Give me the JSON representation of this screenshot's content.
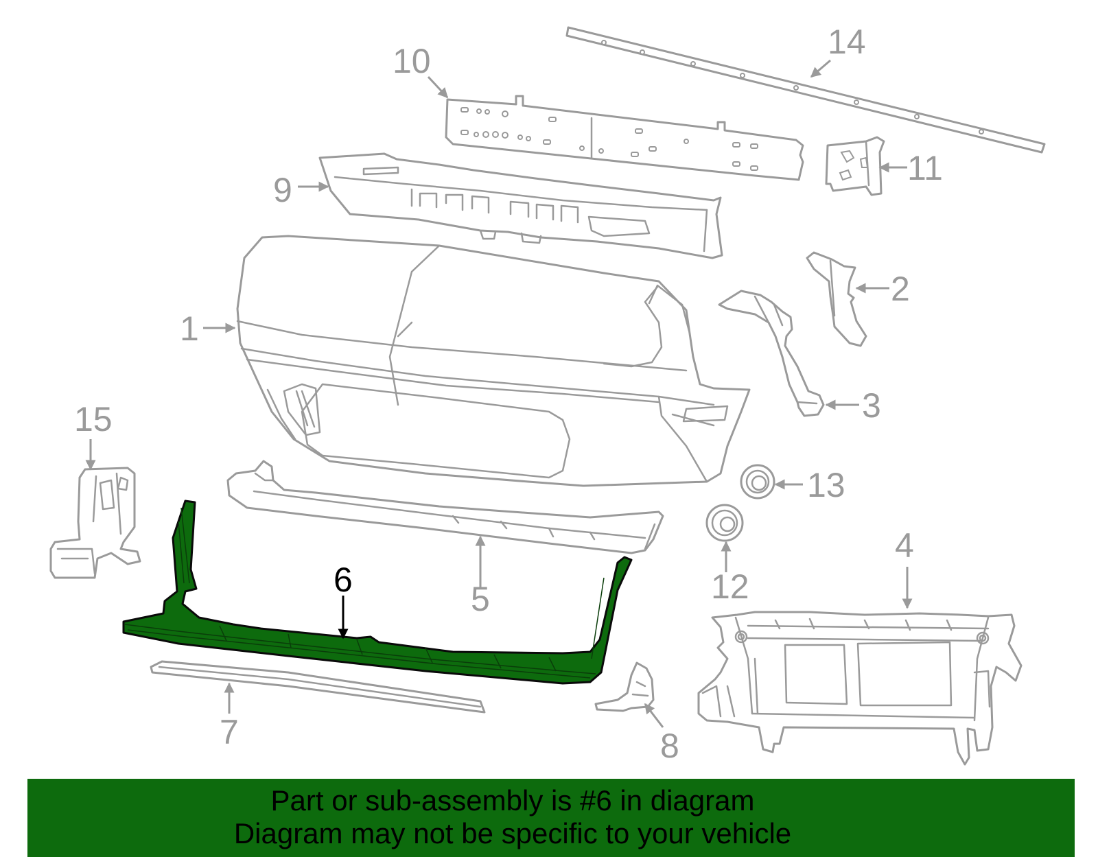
{
  "diagram": {
    "highlighted_part": "6",
    "callouts": {
      "c1": "1",
      "c2": "2",
      "c3": "3",
      "c4": "4",
      "c5": "5",
      "c6": "6",
      "c7": "7",
      "c8": "8",
      "c9": "9",
      "c10": "10",
      "c11": "11",
      "c12": "12",
      "c13": "13",
      "c14": "14",
      "c15": "15"
    }
  },
  "footer": {
    "line1": "Part or sub-assembly is #6 in diagram",
    "line2": "Diagram may not be specific to your vehicle"
  },
  "colors": {
    "highlight": "#0d6b0d",
    "banner": "#0d6b0d",
    "line_art": "#9a9a9a",
    "background": "#ffffff"
  }
}
